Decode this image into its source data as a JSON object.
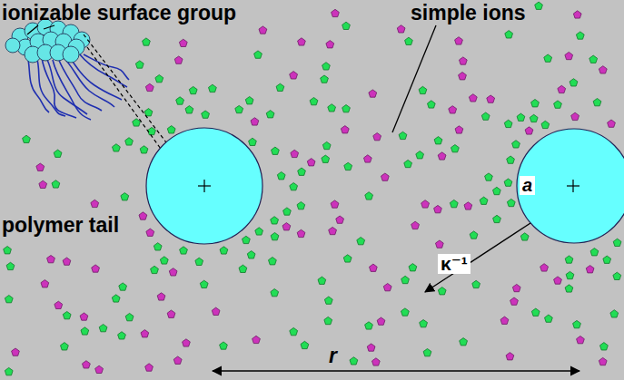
{
  "diagram": {
    "labels": [
      "ionizable surface group",
      "simple ions",
      "polymer tail",
      "a",
      "κ⁻¹",
      "r"
    ]
  }
}
